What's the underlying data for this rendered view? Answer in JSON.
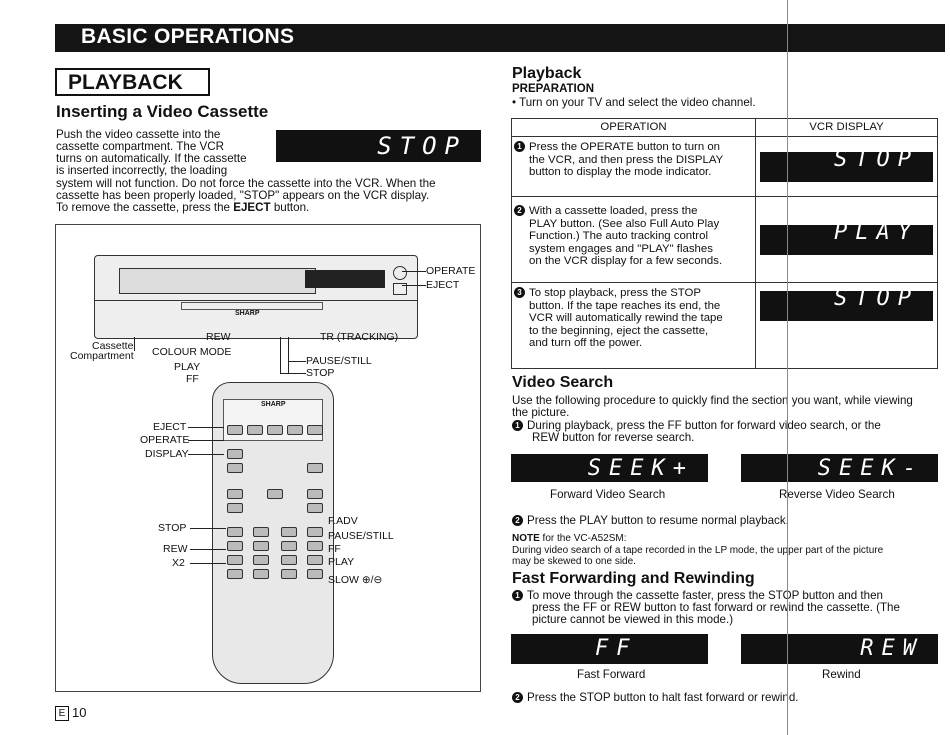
{
  "banner": "BASIC OPERATIONS",
  "left": {
    "section_title": "PLAYBACK",
    "subtitle": "Inserting a Video Cassette",
    "para_lines": [
      "Push the video cassette into the",
      "cassette compartment. The VCR",
      "turns on automatically. If the cassette",
      "is inserted incorrectly, the loading"
    ],
    "para_full_1": "system will not function. Do not force the cassette into the VCR. When the",
    "para_full_2": "cassette has been properly loaded, \"STOP\" appears on the VCR display.",
    "remove_prefix": "To remove the cassette, press the ",
    "remove_bold": "EJECT",
    "remove_suffix": " button.",
    "lcd": "STOP",
    "vcr_labels": {
      "operate": "OPERATE",
      "eject": "EJECT",
      "rew": "REW",
      "tracking": "TR (TRACKING)",
      "cassette": "Cassette",
      "compartment": "Compartment",
      "colour_mode": "COLOUR MODE",
      "pause_still": "PAUSE/STILL",
      "stop": "STOP",
      "play": "PLAY",
      "ff": "FF"
    },
    "remote_labels": {
      "eject": "EJECT",
      "operate": "OPERATE",
      "display": "DISPLAY",
      "stop": "STOP",
      "rew": "REW",
      "x2": "X2",
      "fadv": "F.ADV",
      "pause_still": "PAUSE/STILL",
      "ff": "FF",
      "play": "PLAY",
      "slow": "SLOW ⊕/⊖"
    },
    "brand": "SHARP",
    "page_num_box": "E",
    "page_num": "10"
  },
  "right": {
    "playback_title": "Playback",
    "prep": "PREPARATION",
    "prep_text": "• Turn on your TV and select the video channel.",
    "table": {
      "col1": "OPERATION",
      "col2": "VCR DISPLAY",
      "rows": [
        {
          "num": "1",
          "lines": [
            "Press the OPERATE button to turn on",
            "the VCR, and then press the DISPLAY",
            "button to display the mode indicator."
          ],
          "lcd": "STOP"
        },
        {
          "num": "2",
          "lines": [
            "With a cassette loaded, press the",
            "PLAY button. (See also Full Auto Play",
            "Function.) The auto tracking control",
            "system engages and \"PLAY\" flashes",
            "on the VCR display for a few seconds."
          ],
          "lcd": "PLAY"
        },
        {
          "num": "3",
          "lines": [
            "To stop playback, press the STOP",
            "button. If the tape reaches its end, the",
            "VCR will automatically rewind the tape",
            "to the beginning, eject the cassette,",
            "and turn off the power."
          ],
          "lcd": "STOP"
        }
      ]
    },
    "video_search_title": "Video Search",
    "vs_text1": "Use the following procedure to quickly find the section you want, while viewing",
    "vs_text2": "the picture.",
    "vs_step1a": "During playback, press the FF button for forward video search, or the",
    "vs_step1b": "REW button for reverse search.",
    "lcd_seek_fwd": "SEEK+",
    "lcd_seek_rev": "SEEK-",
    "cap_fwd": "Forward Video Search",
    "cap_rev": "Reverse Video Search",
    "vs_step2": "Press the PLAY button to resume normal playback.",
    "note_title": "NOTE",
    "note_model": " for the VC-A52SM:",
    "note_text1": "During video search of a tape recorded in the LP mode, the upper part of the picture",
    "note_text2": "may be skewed to one side.",
    "ffrew_title": "Fast Forwarding and Rewinding",
    "ff_step1a": "To move through the cassette faster, press the STOP button and then",
    "ff_step1b": "press the FF or REW button to fast forward or rewind the cassette. (The",
    "ff_step1c": "picture cannot be viewed in this mode.)",
    "lcd_ff": "FF",
    "lcd_rew": "REW",
    "cap_ff": "Fast Forward",
    "cap_rew": "Rewind",
    "ff_step2": "Press the STOP button to halt fast forward or rewind."
  }
}
